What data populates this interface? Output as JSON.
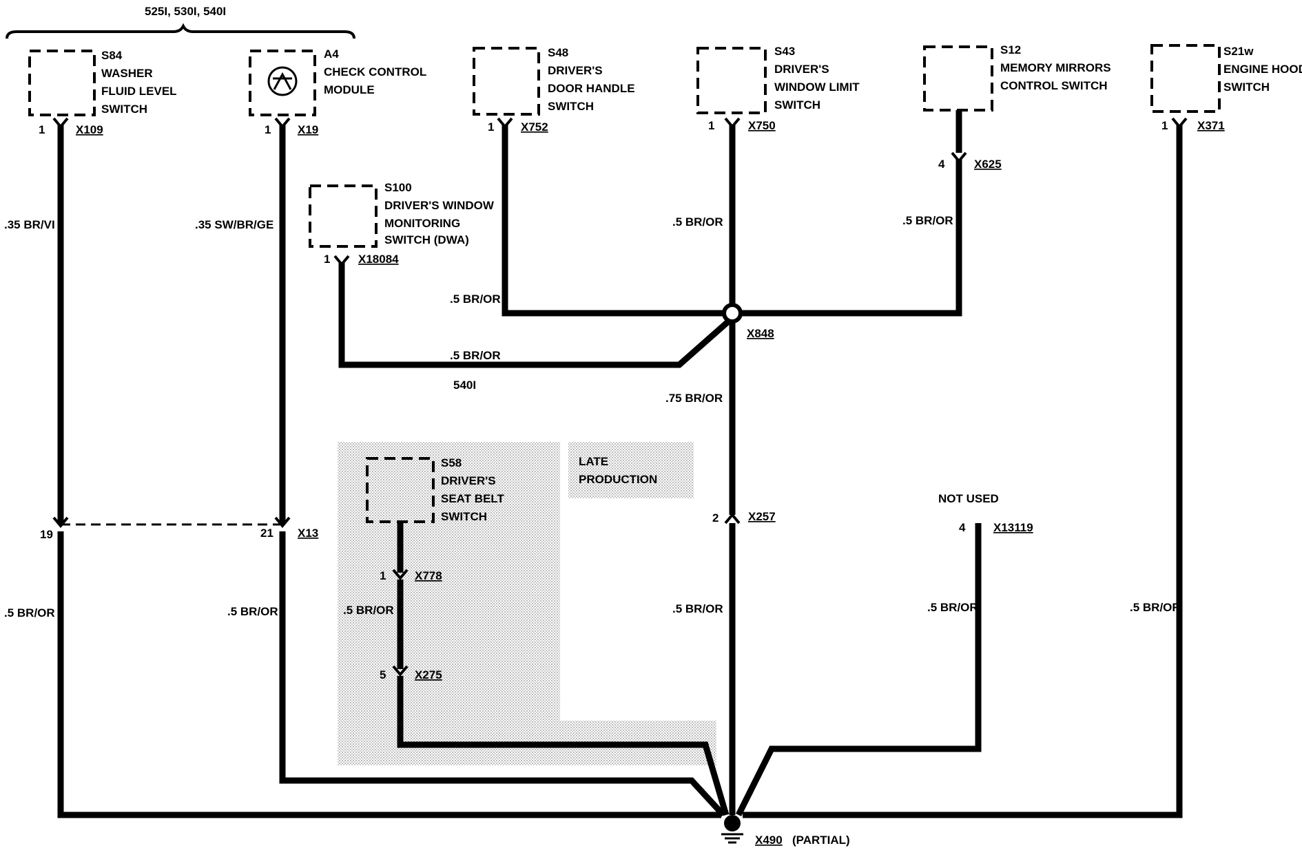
{
  "variant_bracket": "525I, 530I, 540I",
  "components": [
    {
      "id": "S84",
      "lines": [
        "S84",
        "WASHER",
        "FLUID LEVEL",
        "SWITCH"
      ],
      "pin": "1",
      "connector": "X109",
      "wire": ".35 BR/VI"
    },
    {
      "id": "A4",
      "lines": [
        "A4",
        "CHECK CONTROL",
        "MODULE"
      ],
      "pin": "1",
      "connector": "X19",
      "wire": ".35 SW/BR/GE"
    },
    {
      "id": "S48",
      "lines": [
        "S48",
        "DRIVER'S",
        "DOOR HANDLE",
        "SWITCH"
      ],
      "pin": "1",
      "connector": "X752",
      "wire": ".5 BR/OR"
    },
    {
      "id": "S43",
      "lines": [
        "S43",
        "DRIVER'S",
        "WINDOW LIMIT",
        "SWITCH"
      ],
      "pin": "1",
      "connector": "X750",
      "wire": ".5 BR/OR"
    },
    {
      "id": "S12",
      "lines": [
        "S12",
        "MEMORY MIRRORS",
        "CONTROL SWITCH"
      ],
      "pin": "4",
      "connector": "X625",
      "wire": ".5 BR/OR"
    },
    {
      "id": "S21w",
      "lines": [
        "S21w",
        "ENGINE HOOD",
        "SWITCH"
      ],
      "pin": "1",
      "connector": "X371",
      "wire": ".5 BR/OR"
    },
    {
      "id": "S100",
      "lines": [
        "S100",
        "DRIVER'S WINDOW",
        "MONITORING",
        "SWITCH (DWA)"
      ],
      "pin": "1",
      "connector": "X18084",
      "wire": ".5 BR/OR",
      "note": "540I"
    },
    {
      "id": "S58",
      "lines": [
        "S58",
        "DRIVER'S",
        "SEAT BELT",
        "SWITCH"
      ],
      "pin": "1",
      "connector": "X778",
      "wire": ".5 BR/OR"
    }
  ],
  "splice": {
    "connector": "X848",
    "wire_below": ".75 BR/OR"
  },
  "inline_connectors": {
    "x13": {
      "connector": "X13",
      "pin_left": "19",
      "pin_right": "21"
    },
    "x257": {
      "connector": "X257",
      "pin": "2"
    },
    "x275": {
      "connector": "X275",
      "pin": "5"
    },
    "x13119": {
      "connector": "X13119",
      "pin": "4",
      "note": "NOT USED"
    }
  },
  "lower_wires": {
    "s84": ".5 BR/OR",
    "a4": ".5 BR/OR",
    "s58": ".5 BR/OR",
    "center": ".5 BR/OR",
    "x13119": ".5 BR/OR",
    "s21w": ".5 BR/OR"
  },
  "late_production": [
    "LATE",
    "PRODUCTION"
  ],
  "ground": {
    "connector": "X490",
    "note": "(PARTIAL)"
  }
}
